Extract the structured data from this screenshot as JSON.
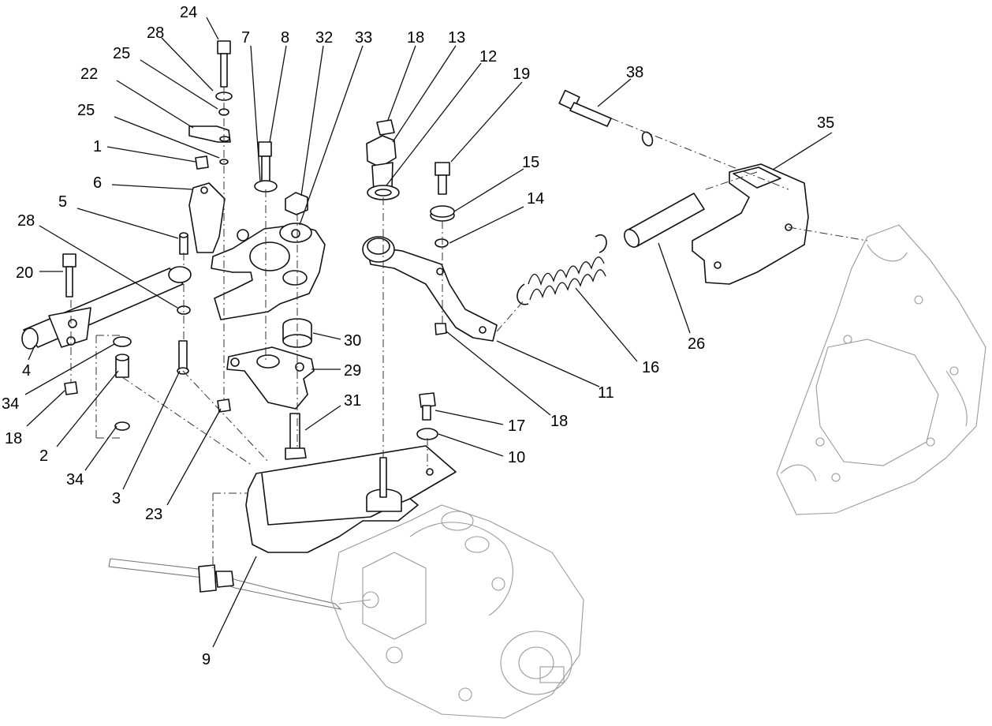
{
  "diagram": {
    "callouts": [
      {
        "label": "24"
      },
      {
        "label": "28"
      },
      {
        "label": "25"
      },
      {
        "label": "22"
      },
      {
        "label": "25"
      },
      {
        "label": "1"
      },
      {
        "label": "6"
      },
      {
        "label": "5"
      },
      {
        "label": "28"
      },
      {
        "label": "20"
      },
      {
        "label": "4"
      },
      {
        "label": "34"
      },
      {
        "label": "18"
      },
      {
        "label": "2"
      },
      {
        "label": "34"
      },
      {
        "label": "3"
      },
      {
        "label": "23"
      },
      {
        "label": "7"
      },
      {
        "label": "8"
      },
      {
        "label": "32"
      },
      {
        "label": "33"
      },
      {
        "label": "30"
      },
      {
        "label": "29"
      },
      {
        "label": "31"
      },
      {
        "label": "18"
      },
      {
        "label": "13"
      },
      {
        "label": "12"
      },
      {
        "label": "19"
      },
      {
        "label": "15"
      },
      {
        "label": "14"
      },
      {
        "label": "11"
      },
      {
        "label": "18"
      },
      {
        "label": "17"
      },
      {
        "label": "10"
      },
      {
        "label": "16"
      },
      {
        "label": "38"
      },
      {
        "label": "35"
      },
      {
        "label": "26"
      },
      {
        "label": "9"
      }
    ]
  }
}
